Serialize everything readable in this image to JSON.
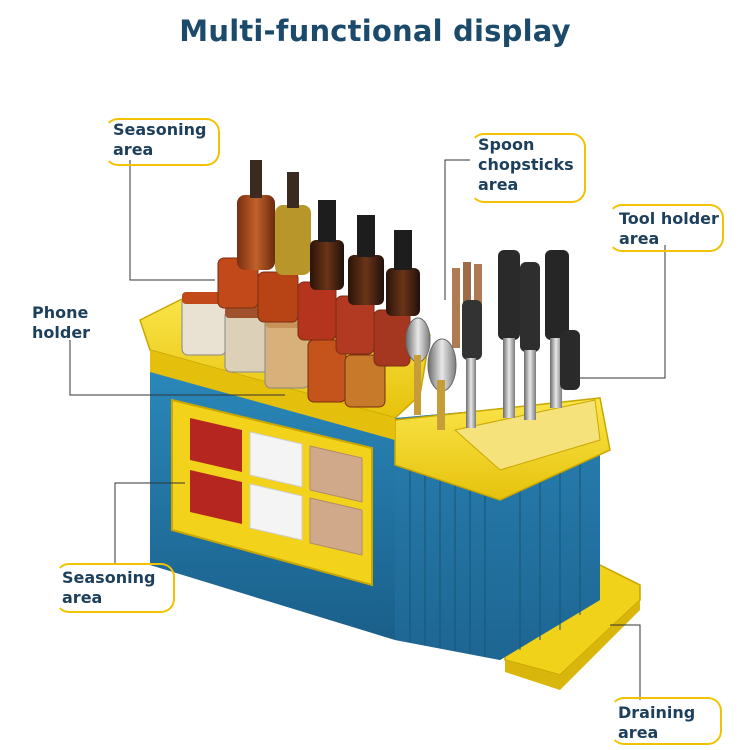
{
  "header": {
    "title": "Multi-functional display"
  },
  "labels": {
    "seasoning_top": [
      "Seasoning",
      "area"
    ],
    "spoon": [
      "Spoon",
      "chopsticks",
      "area"
    ],
    "tool_holder": [
      "Tool holder",
      "area"
    ],
    "phone_holder": [
      "Phone",
      "holder"
    ],
    "seasoning_bottom": [
      "Seasoning",
      "area"
    ],
    "draining": [
      "Draining",
      "area"
    ]
  },
  "colors": {
    "title": "#1b4a6b",
    "accent_yellow": "#f2c200",
    "body_blue": "#1f6f9c",
    "rim_yellow": "#f5d81f"
  }
}
